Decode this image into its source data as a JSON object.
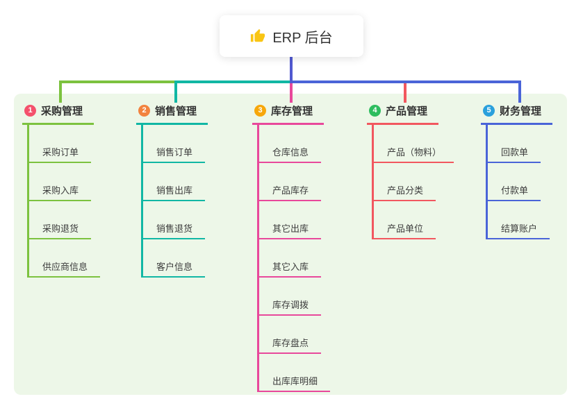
{
  "root": {
    "label": "ERP 后台",
    "icon": "thumbs-up-icon",
    "icon_color": "#f9c513",
    "text_color": "#333333"
  },
  "connector": {
    "root_color": "#5159d0"
  },
  "panel": {
    "background": "#edf7e8"
  },
  "branches": [
    {
      "num": "1",
      "label": "采购管理",
      "line_color": "#7cc23f",
      "badge_color": "#f4516c",
      "items": [
        "采购订单",
        "采购入库",
        "采购退货",
        "供应商信息"
      ]
    },
    {
      "num": "2",
      "label": "销售管理",
      "line_color": "#11b7a4",
      "badge_color": "#f2833f",
      "items": [
        "销售订单",
        "销售出库",
        "销售退货",
        "客户信息"
      ]
    },
    {
      "num": "3",
      "label": "库存管理",
      "line_color": "#e8489b",
      "badge_color": "#f7a70a",
      "items": [
        "仓库信息",
        "产品库存",
        "其它出库",
        "其它入库",
        "库存调拨",
        "库存盘点",
        "出库库明细"
      ]
    },
    {
      "num": "4",
      "label": "产品管理",
      "line_color": "#f2575f",
      "badge_color": "#2ebd5f",
      "items": [
        "产品（物料）",
        "产品分类",
        "产品单位"
      ]
    },
    {
      "num": "5",
      "label": "财务管理",
      "line_color": "#4a64d8",
      "badge_color": "#2aa0dc",
      "items": [
        "回款单",
        "付款单",
        "结算账户"
      ]
    }
  ]
}
